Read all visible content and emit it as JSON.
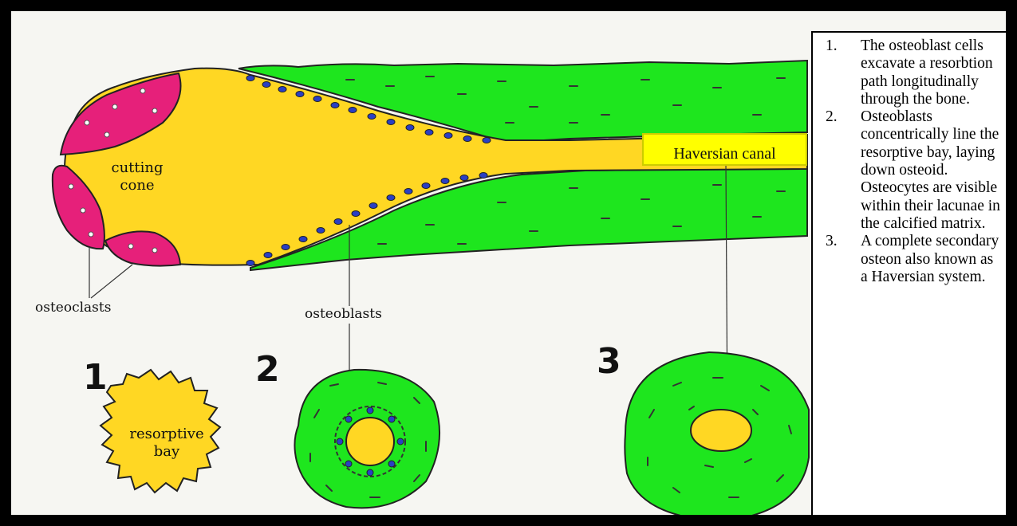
{
  "labels": {
    "cutting_cone": "cutting\ncone",
    "osteoclasts": "osteoclasts",
    "osteoblasts": "osteoblasts",
    "resorptive_bay": "resorptive\nbay",
    "haversian_canal": "Haversian canal"
  },
  "stage_numbers": [
    "1",
    "2",
    "3"
  ],
  "legend": [
    {
      "num": "1.",
      "text": "The osteoblast cells excavate a resorbtion path longitudinally through the bone."
    },
    {
      "num": "2.",
      "text": "Osteoblasts concentrically line the resorptive bay, laying down osteoid. Osteocytes are visible within their lacunae in the calcified matrix."
    },
    {
      "num": "3.",
      "text": "A complete secondary osteon also known as a Haversian system."
    }
  ],
  "colors": {
    "bone_matrix": "#1ee61e",
    "canal": "#ffd723",
    "osteoclast": "#e6207a",
    "osteoblast": "#2a3fc4",
    "label_box": "#ffff00"
  }
}
